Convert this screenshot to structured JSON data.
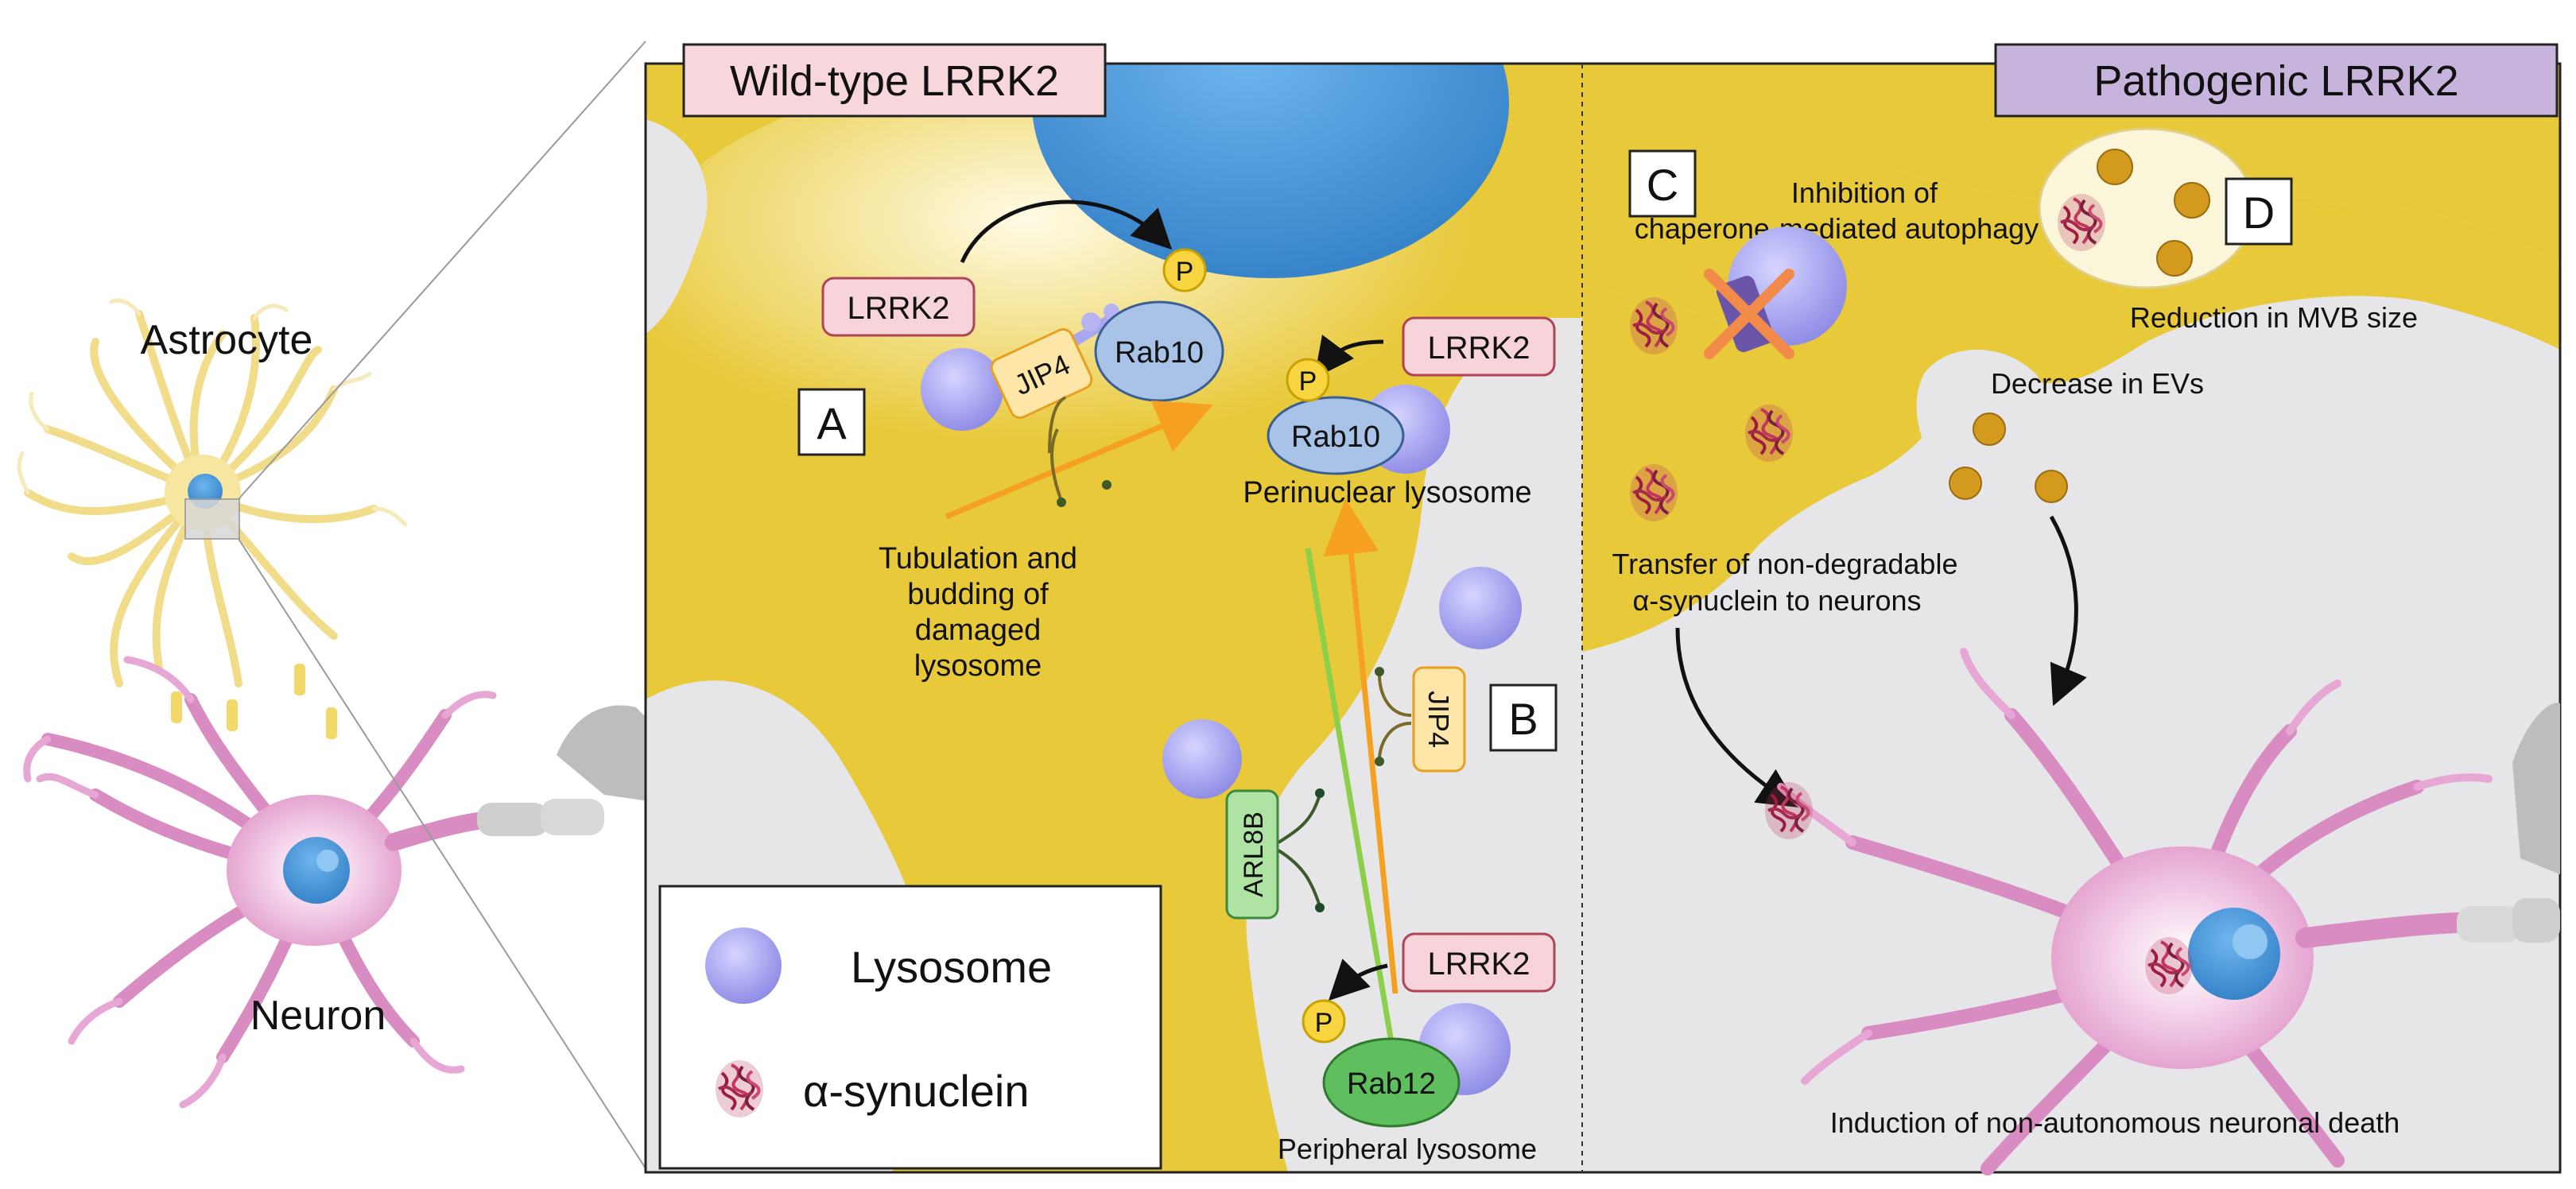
{
  "cells": {
    "astrocyte": "Astrocyte",
    "neuron": "Neuron"
  },
  "headers": {
    "wild_type": "Wild-type LRRK2",
    "pathogenic": "Pathogenic LRRK2"
  },
  "panels": {
    "a": "A",
    "b": "B",
    "c": "C",
    "d": "D"
  },
  "proteins": {
    "lrrk2": "LRRK2",
    "rab10": "Rab10",
    "rab12": "Rab12",
    "jip4": "JIP4",
    "arl8b": "ARL8B",
    "phospho": "P"
  },
  "annotations": {
    "tubulation": [
      "Tubulation and",
      "budding of",
      "damaged",
      "lysosome"
    ],
    "perinuclear": "Perinuclear lysosome",
    "peripheral": "Peripheral lysosome",
    "cma": [
      "Inhibition of",
      "chaperone-mediated autophagy"
    ],
    "mvb": "Reduction in MVB size",
    "evs": "Decrease in EVs",
    "transfer": [
      "Transfer of non-degradable",
      "α-synuclein to neurons"
    ],
    "death": "Induction of non-autonomous neuronal death"
  },
  "legend": {
    "lysosome": "Lysosome",
    "synuclein": "α-synuclein"
  },
  "colors": {
    "cytoplasm": "#e8c93a",
    "nucleus": "#3f8fd6",
    "lysosome": "#a9a7f0",
    "lrrk2_fill": "#f6d4da",
    "lrrk2_border": "#b04455",
    "rab10": "#a9c3e8",
    "rab12": "#5fbf5f",
    "jip4": "#fde6a8",
    "arl8b": "#aee3a4",
    "neuron": "#e9a9d6",
    "microtubule_orange": "#f5a020",
    "microtubule_green": "#8ccf4a",
    "header_left": "#f8d7dc",
    "header_right": "#c6b4dc"
  }
}
